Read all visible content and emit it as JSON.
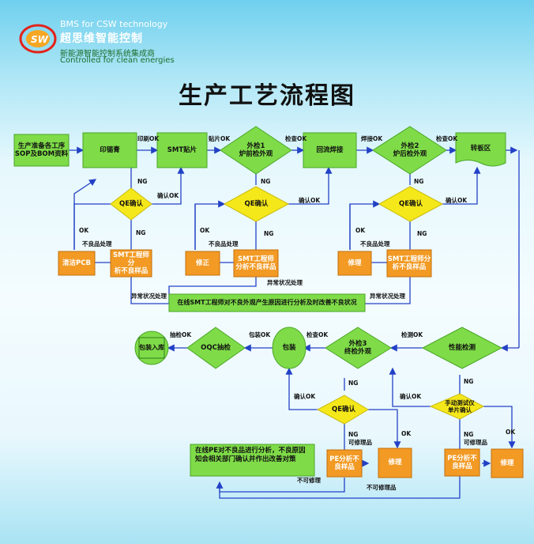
{
  "brand": {
    "logo_text": "SW",
    "tagline_en": "BMS for CSW technology",
    "name_cn": "超思维智能控制",
    "tagline_cn": "新能源智能控制系统集成商",
    "tagline_en2": "Controlled for clean energies"
  },
  "title": "生产工艺流程图",
  "colors": {
    "green": "#7fdc48",
    "yellow": "#f5e81a",
    "orange": "#f29a24",
    "arrow": "#2341c6"
  },
  "nodes": {
    "prep": [
      "生产准备各工序",
      "SOP及BOM资料"
    ],
    "print": "印锡膏",
    "smt": "SMT贴片",
    "vis1": [
      "外检1",
      "炉前检外观"
    ],
    "reflow": "回流焊接",
    "vis2": [
      "外检2",
      "炉后检外观"
    ],
    "transfer": "转板区",
    "qe1": "QE确认",
    "qe2": "QE确认",
    "qe3": "QE确认",
    "clean": "清洁PCB",
    "smtana1": [
      "SMT工程师分",
      "析不良样品"
    ],
    "fix1": "修正",
    "smtana2": [
      "SMT工程师",
      "分析不良样品"
    ],
    "fix2": "修理",
    "smtana3": [
      "SMT工程师分",
      "析不良样品"
    ],
    "online": "在线SMT工程师对不良外观产生原因进行分析及时改善不良状况",
    "perf": "性能检测",
    "vis3": [
      "外检3",
      "终检外观"
    ],
    "pack": "包装",
    "oqc": "OQC抽检",
    "stock": "包装入库",
    "qe4": "QE确认",
    "manual": [
      "手动测试仪",
      "单片确认"
    ],
    "pe1": [
      "PE分析不",
      "良样品"
    ],
    "fix3": "修理",
    "pe2": [
      "PE分析不",
      "良样品"
    ],
    "fix4": "修理",
    "pe_note": [
      "在线PE对不良品进行分析，不良原因",
      "知会相关部门确认并作出改善对策"
    ]
  },
  "edges": {
    "print_ok": "印刷OK",
    "smt_ok": "贴片OK",
    "check_ok1": "检查OK",
    "weld_ok": "焊接OK",
    "check_ok2": "检查OK",
    "ng": "NG",
    "confirm_ok": "确认OK",
    "ok": "OK",
    "defect": "不良品处理",
    "abnormal": "异常状况处理",
    "test_ok": "检测OK",
    "check_ok3": "检查OK",
    "pack_ok": "包装OK",
    "sample_ok": "抽检OK",
    "repairable": "可修理",
    "repairable_item": "可修理品",
    "unrepairable": "不可修理",
    "unrepairable_item": "不可修理品"
  }
}
